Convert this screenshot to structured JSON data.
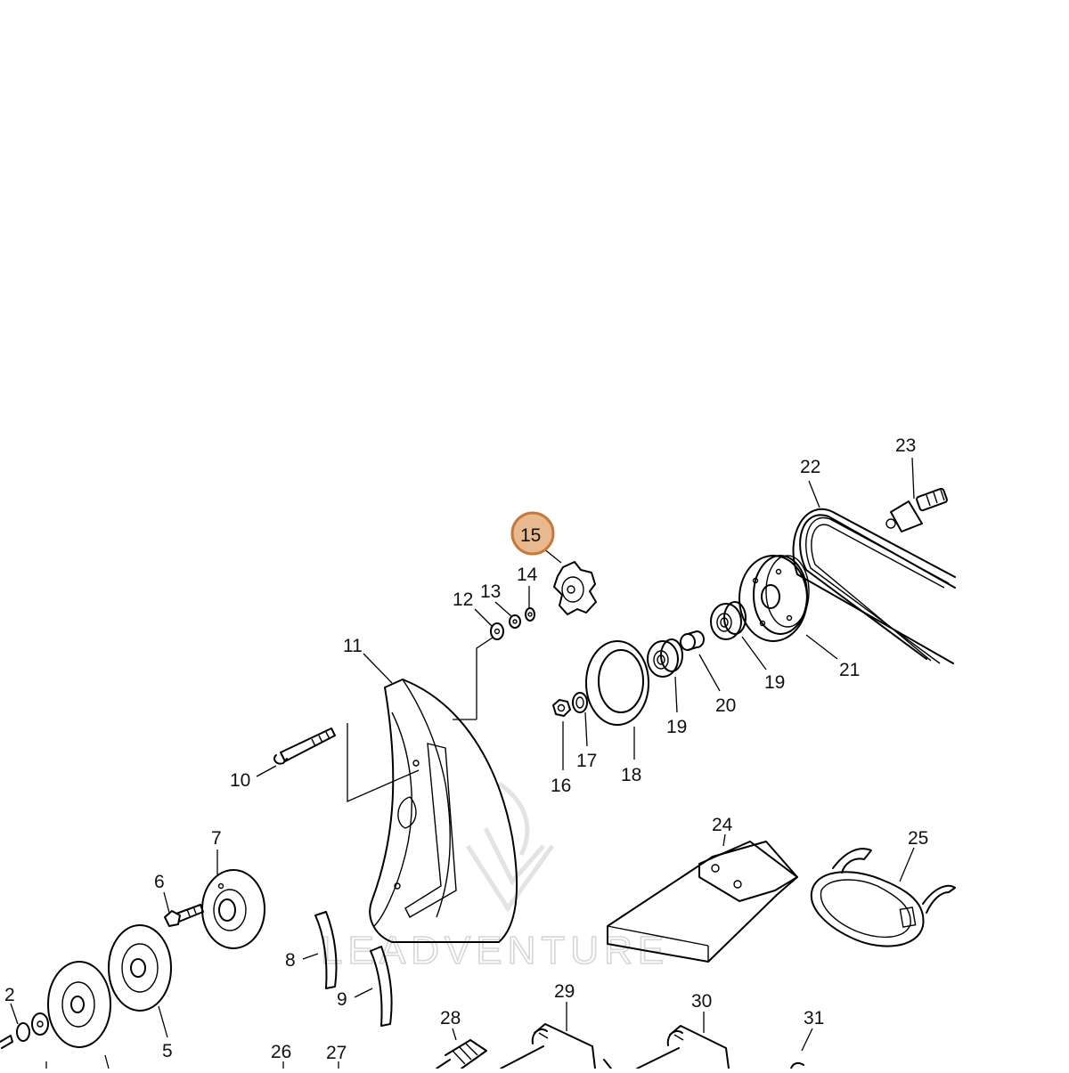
{
  "diagram": {
    "highlight_color": "#e8b88f",
    "highlight_stroke": "#c8773a",
    "highlighted_label": "15",
    "watermark_text": "LEADVENTURE",
    "labels": [
      "2",
      "5",
      "6",
      "7",
      "8",
      "9",
      "10",
      "11",
      "12",
      "13",
      "14",
      "15",
      "16",
      "17",
      "18",
      "19",
      "19",
      "20",
      "21",
      "22",
      "23",
      "24",
      "25",
      "26",
      "27",
      "28",
      "29",
      "30",
      "31"
    ]
  }
}
